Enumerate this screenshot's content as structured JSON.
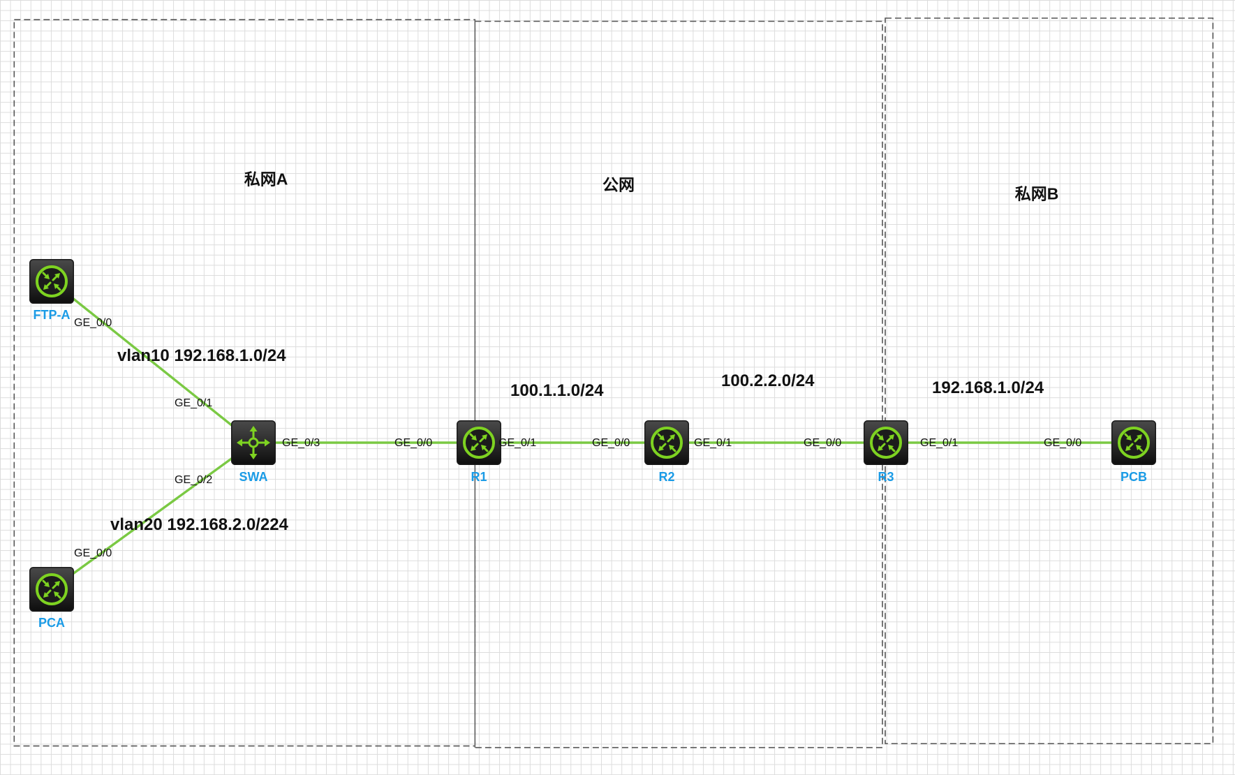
{
  "diagram": {
    "zones": {
      "private_a": "私网A",
      "public": "公网",
      "private_b": "私网B"
    },
    "devices": {
      "ftp_a": {
        "label": "FTP-A",
        "icon": "router-icon"
      },
      "pca": {
        "label": "PCA",
        "icon": "router-icon"
      },
      "swa": {
        "label": "SWA",
        "icon": "switch-icon"
      },
      "r1": {
        "label": "R1",
        "icon": "router-icon"
      },
      "r2": {
        "label": "R2",
        "icon": "router-icon"
      },
      "r3": {
        "label": "R3",
        "icon": "router-icon"
      },
      "pcb": {
        "label": "PCB",
        "icon": "router-icon"
      }
    },
    "links": {
      "ftp_a_swa": {
        "port_a": "GE_0/0",
        "port_b": "GE_0/1"
      },
      "pca_swa": {
        "port_a": "GE_0/0",
        "port_b": "GE_0/2"
      },
      "swa_r1": {
        "port_a": "GE_0/3",
        "port_b": "GE_0/0"
      },
      "r1_r2": {
        "port_a": "GE_0/1",
        "port_b": "GE_0/0"
      },
      "r2_r3": {
        "port_a": "GE_0/1",
        "port_b": "GE_0/0"
      },
      "r3_pcb": {
        "port_a": "GE_0/1",
        "port_b": "GE_0/0"
      }
    },
    "networks": {
      "vlan10": "vlan10 192.168.1.0/24",
      "vlan20": "vlan20 192.168.2.0/224",
      "r1_r2": "100.1.1.0/24",
      "r2_r3": "100.2.2.0/24",
      "r3_pcb": "192.168.1.0/24"
    }
  },
  "colors": {
    "link": "#7ac943",
    "device_label": "#1a9be6",
    "icon_accent": "#7ed321",
    "zone_border": "#555555"
  }
}
